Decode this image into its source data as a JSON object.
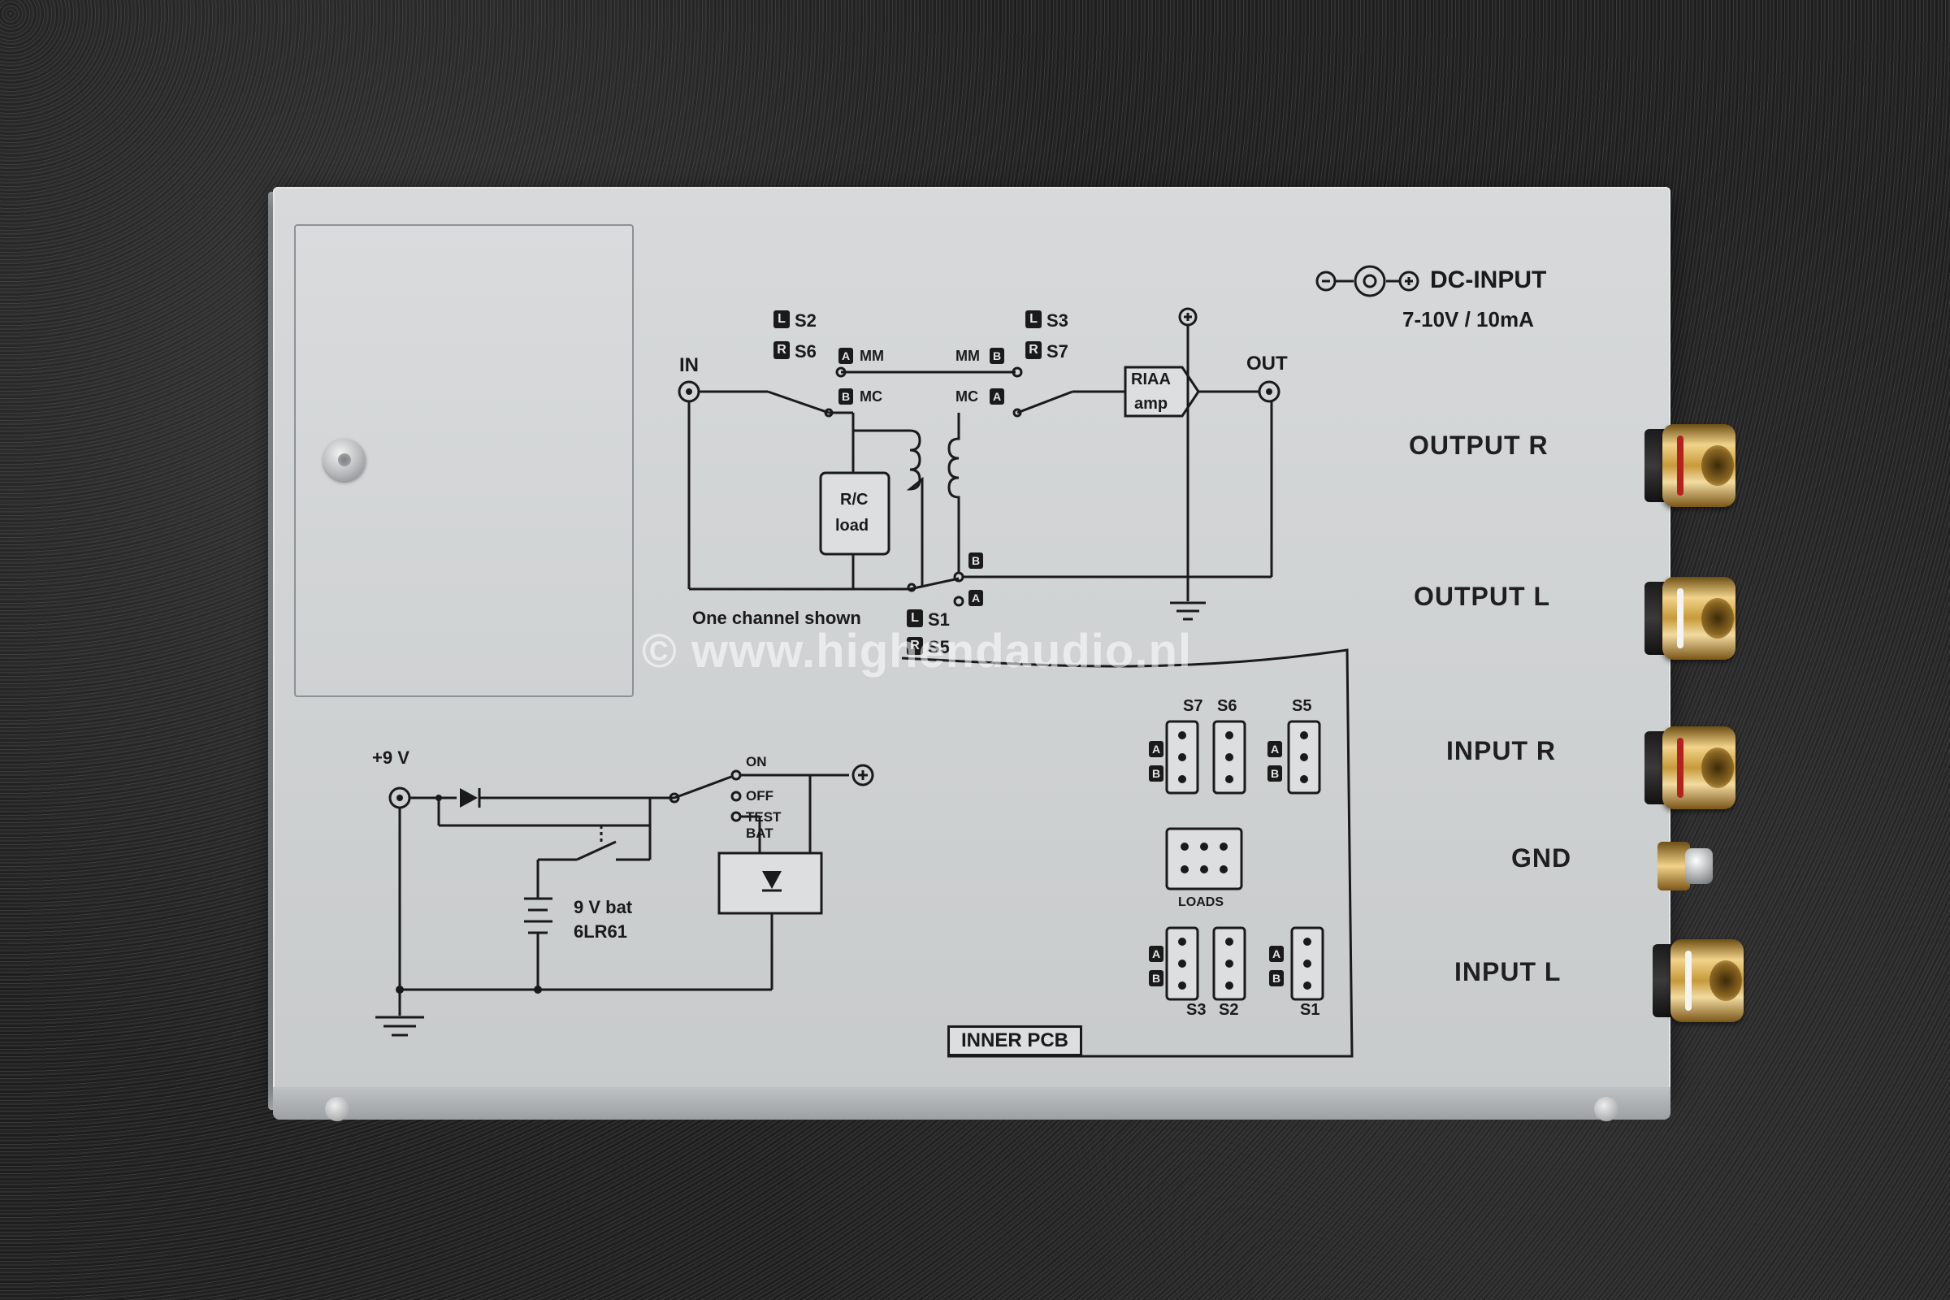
{
  "dc_input": {
    "title": "DC-INPUT",
    "spec": "7-10V / 10mA"
  },
  "jacks": {
    "output_r": "OUTPUT R",
    "output_l": "OUTPUT L",
    "input_r": "INPUT R",
    "gnd": "GND",
    "input_l": "INPUT L"
  },
  "schematic": {
    "in": "IN",
    "out": "OUT",
    "riaa": "RIAA",
    "amp": "amp",
    "rc": "R/C",
    "load": "load",
    "mm_left": "MM",
    "mm_right": "MM",
    "mc_left": "MC",
    "mc_right": "MC",
    "one_channel": "One channel shown",
    "s2": "S2",
    "s6": "S6",
    "s3": "S3",
    "s7": "S7",
    "s1": "S1",
    "s5": "S5",
    "tag_l": "L",
    "tag_r": "R",
    "tag_a": "A",
    "tag_b": "B"
  },
  "power": {
    "plus9v": "+9 V",
    "on": "ON",
    "off": "OFF",
    "test": "TEST",
    "bat": "BAT",
    "battery": "9 V bat",
    "battery_type": "6LR61"
  },
  "pcb": {
    "label": "INNER PCB",
    "loads": "LOADS",
    "top_s7": "S7",
    "top_s6": "S6",
    "top_s5": "S5",
    "bot_s3": "S3",
    "bot_s2": "S2",
    "bot_s1": "S1"
  },
  "watermark": "© www.highendaudio.nl"
}
